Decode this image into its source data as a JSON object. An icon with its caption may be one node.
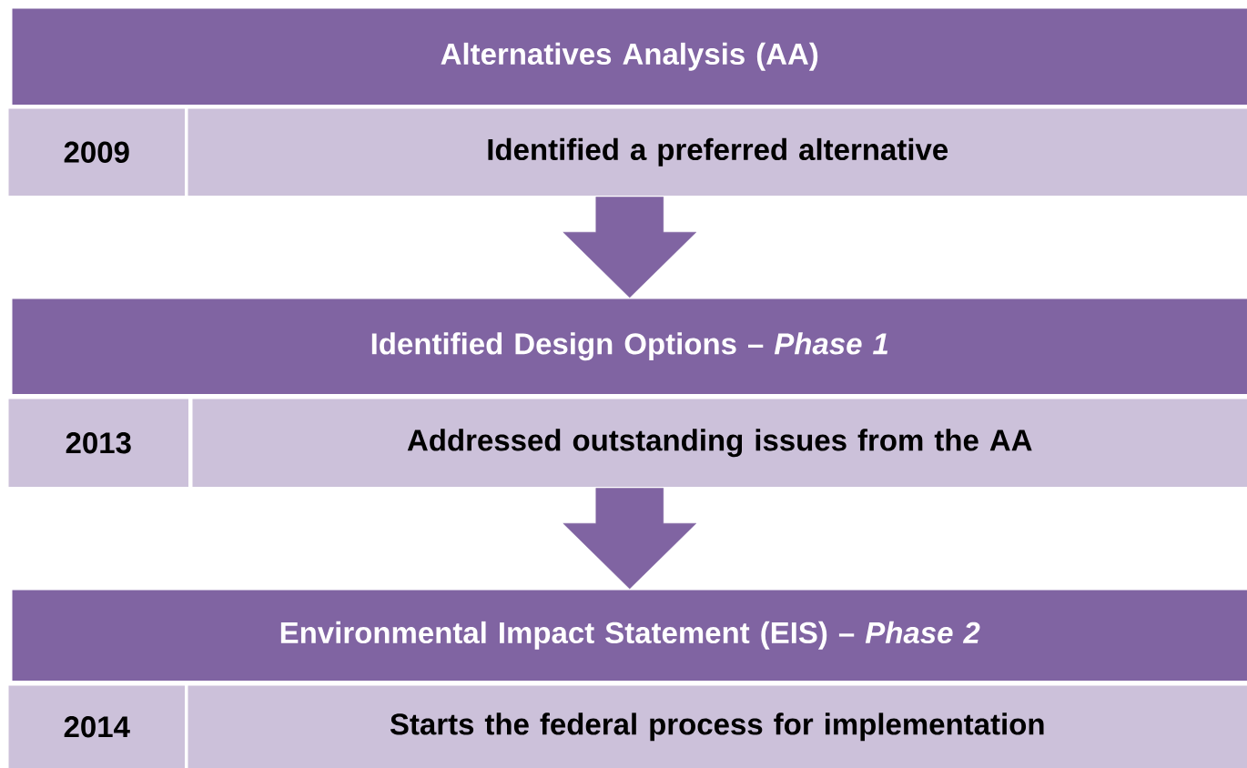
{
  "diagram": {
    "nodes": [
      {
        "text": [
          "Alternatives Analysis (AA)"
        ]
      },
      {
        "text": [
          "2009"
        ]
      },
      {
        "text": [
          "Identified a preferred alternative"
        ]
      },
      {
        "text": [
          "Identified Design Options – *Phase 1*"
        ]
      },
      {
        "text": [
          "2013"
        ]
      },
      {
        "text": [
          "Addressed outstanding issues from the AA"
        ]
      },
      {
        "text": [
          "Environmental Impact Statement (EIS) – *Phase 2*"
        ]
      },
      {
        "text": [
          "2014"
        ]
      },
      {
        "text": [
          "Starts the federal process for implementation"
        ]
      }
    ],
    "edges": [
      {
        "from": 2,
        "to": 3,
        "arrow": "to"
      },
      {
        "from": 5,
        "to": 6,
        "arrow": "to"
      }
    ]
  }
}
